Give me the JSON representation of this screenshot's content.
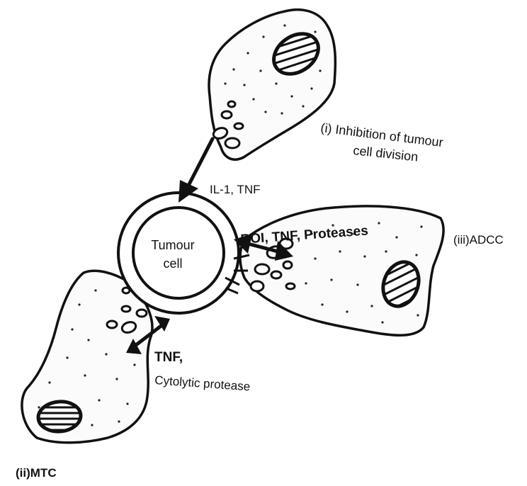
{
  "tumour": {
    "line1": "Tumour",
    "line2": "cell"
  },
  "cells": {
    "top": {
      "caption_line1": "(i) Inhibition of tumour",
      "caption_line2": "cell division"
    },
    "right": {
      "caption": "(iii)ADCC"
    },
    "left": {
      "caption": "(ii)MTC"
    }
  },
  "mediators": {
    "top": "IL-1, TNF",
    "right": "ROI, TNF, Proteases",
    "left_line1": "TNF,",
    "left_line2": "Cytolytic protease"
  },
  "colors": {
    "ink": "#111111",
    "background": "#ffffff"
  }
}
